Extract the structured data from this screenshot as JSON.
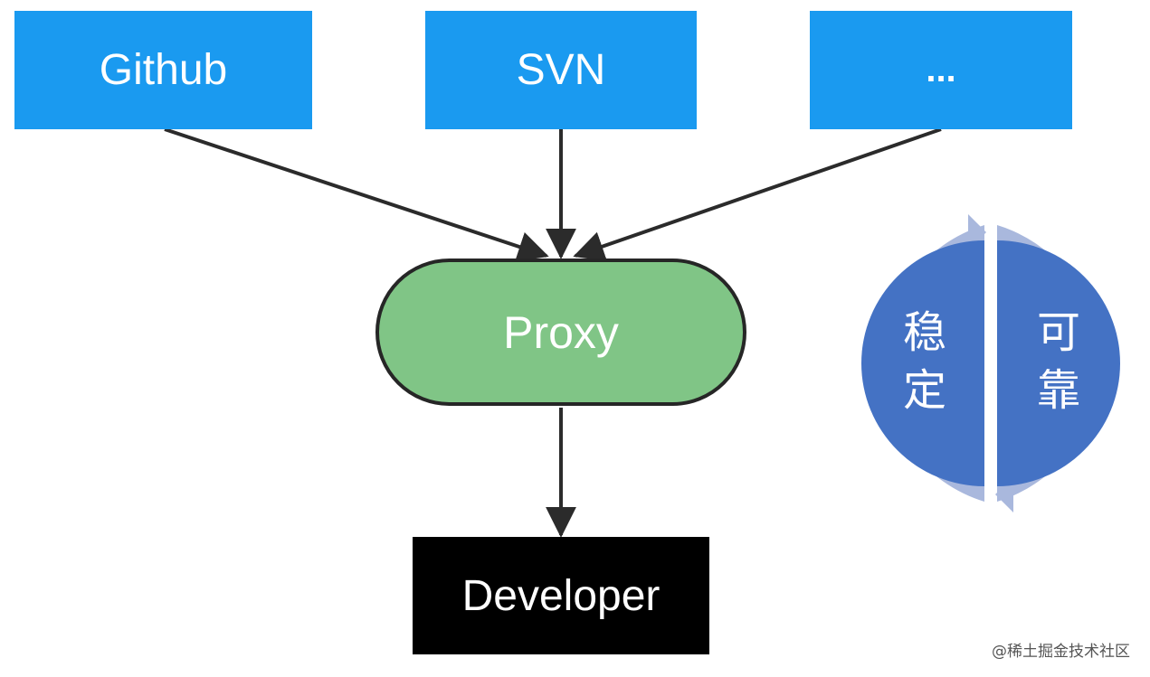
{
  "sources": [
    {
      "label": "Github"
    },
    {
      "label": "SVN"
    },
    {
      "label": "..."
    }
  ],
  "proxy": {
    "label": "Proxy",
    "fill": "#80c586"
  },
  "developer": {
    "label": "Developer",
    "fill": "#000000"
  },
  "cycle": {
    "left_chars": [
      "稳",
      "定"
    ],
    "right_chars": [
      "可",
      "靠"
    ],
    "fill": "#4472c4",
    "ring": "#a9b8dd"
  },
  "colors": {
    "source_fill": "#1a9af0",
    "arrow": "#2b2b2b"
  },
  "watermark": "@稀土掘金技术社区"
}
